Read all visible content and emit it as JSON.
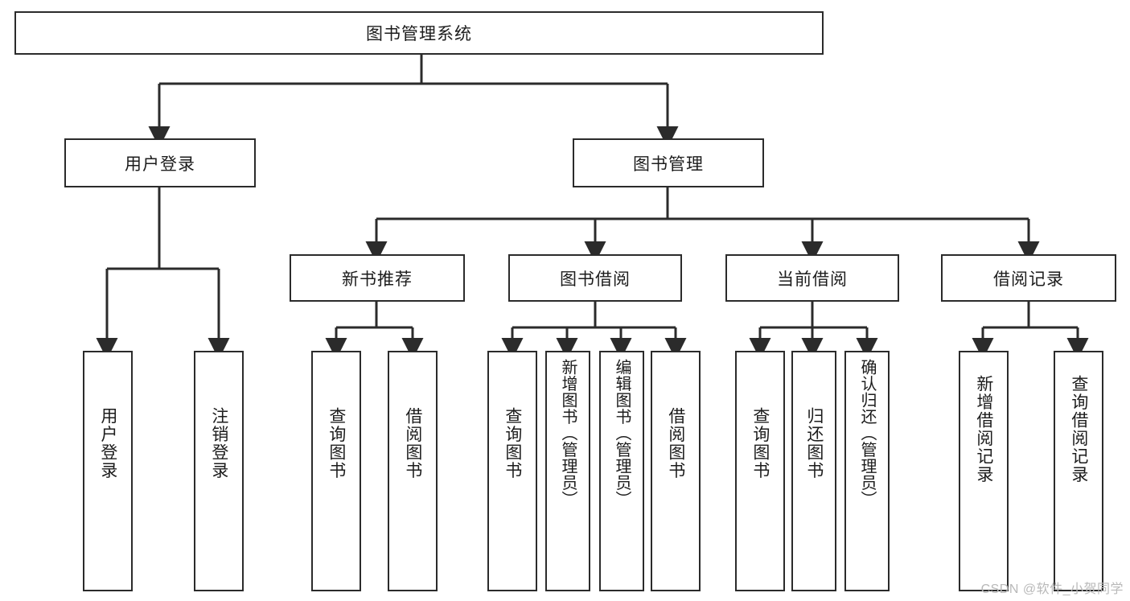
{
  "diagram": {
    "title": "图书管理系统",
    "type": "tree",
    "style": {
      "box_border_color": "#2b2b2b",
      "box_fill_color": "#ffffff",
      "edge_color": "#2b2b2b",
      "text_color": "#1c1c1c",
      "background_color": "#ffffff"
    }
  },
  "nodes": {
    "root": {
      "label": "图书管理系统"
    },
    "level2": [
      {
        "label": "用户登录"
      },
      {
        "label": "图书管理"
      }
    ],
    "level3": [
      {
        "label": "新书推荐"
      },
      {
        "label": "图书借阅"
      },
      {
        "label": "当前借阅"
      },
      {
        "label": "借阅记录"
      }
    ],
    "leaves": {
      "user_login": [
        {
          "label": "用户登录"
        },
        {
          "label": "注销登录"
        }
      ],
      "new_book_recommend": [
        {
          "label": "查询图书"
        },
        {
          "label": "借阅图书"
        }
      ],
      "book_borrow": [
        {
          "label": "查询图书"
        },
        {
          "label": "新增图书（管理员）"
        },
        {
          "label": "编辑图书（管理员）"
        },
        {
          "label": "借阅图书"
        }
      ],
      "current_borrow": [
        {
          "label": "查询图书"
        },
        {
          "label": "归还图书"
        },
        {
          "label": "确认归还（管理员）"
        }
      ],
      "borrow_record": [
        {
          "label": "新增借阅记录"
        },
        {
          "label": "查询借阅记录"
        }
      ]
    }
  },
  "watermark": {
    "text": "CSDN @软件_小贺同学"
  }
}
